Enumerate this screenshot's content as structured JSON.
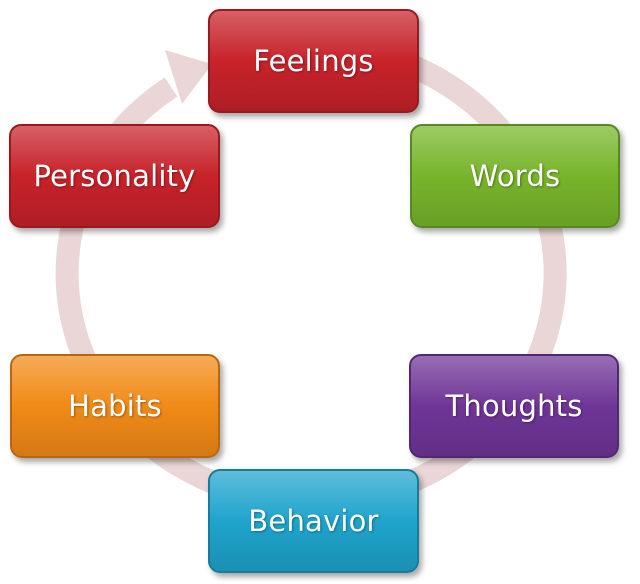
{
  "colors": {
    "ring": "#ead6d6",
    "feelings": "#c8222a",
    "words": "#77b52b",
    "thoughts": "#6f3597",
    "behavior": "#1fa4cc",
    "habits": "#f18a17",
    "personality": "#c8222a"
  },
  "nodes": {
    "feelings": "Feelings",
    "words": "Words",
    "thoughts": "Thoughts",
    "behavior": "Behavior",
    "habits": "Habits",
    "personality": "Personality"
  }
}
